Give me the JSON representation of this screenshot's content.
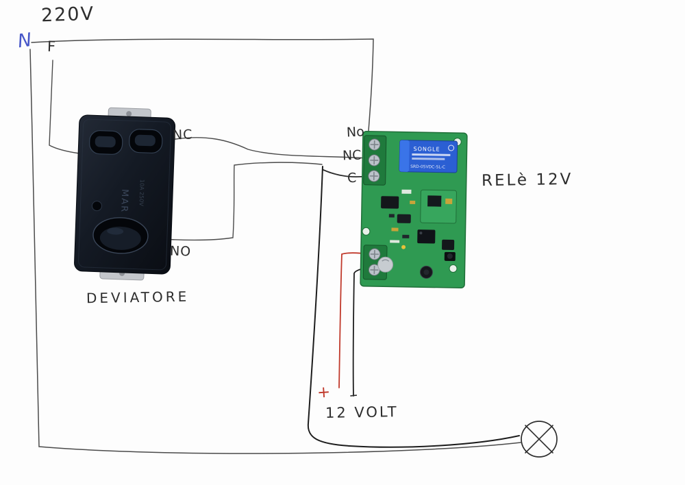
{
  "diagram": {
    "labels": {
      "voltage": "220V",
      "neutral": "N",
      "phase": "F",
      "switch_nc": "NC",
      "switch_no": "NO",
      "switch_name": "DEVIATORE",
      "relay_no": "No",
      "relay_nc": "NC",
      "relay_c": "C",
      "relay_name": "RELè 12V",
      "supply_plus": "+",
      "supply_minus": "–",
      "supply_name": "12 VOLT"
    },
    "relay_board": {
      "relay_brand": "SONGLE",
      "relay_part": "SRD-05VDC-SL-C"
    },
    "switch_markings": {
      "brand": "MAR",
      "rating": "10A 250V"
    },
    "colors": {
      "wire": "#4a4a4a",
      "heavy_wire": "#1c1c1c",
      "plus_wire": "#c0392b",
      "neutral_label": "#4656c8",
      "pcb_green": "#2f9a52",
      "relay_blue": "#2b5fd3"
    }
  }
}
